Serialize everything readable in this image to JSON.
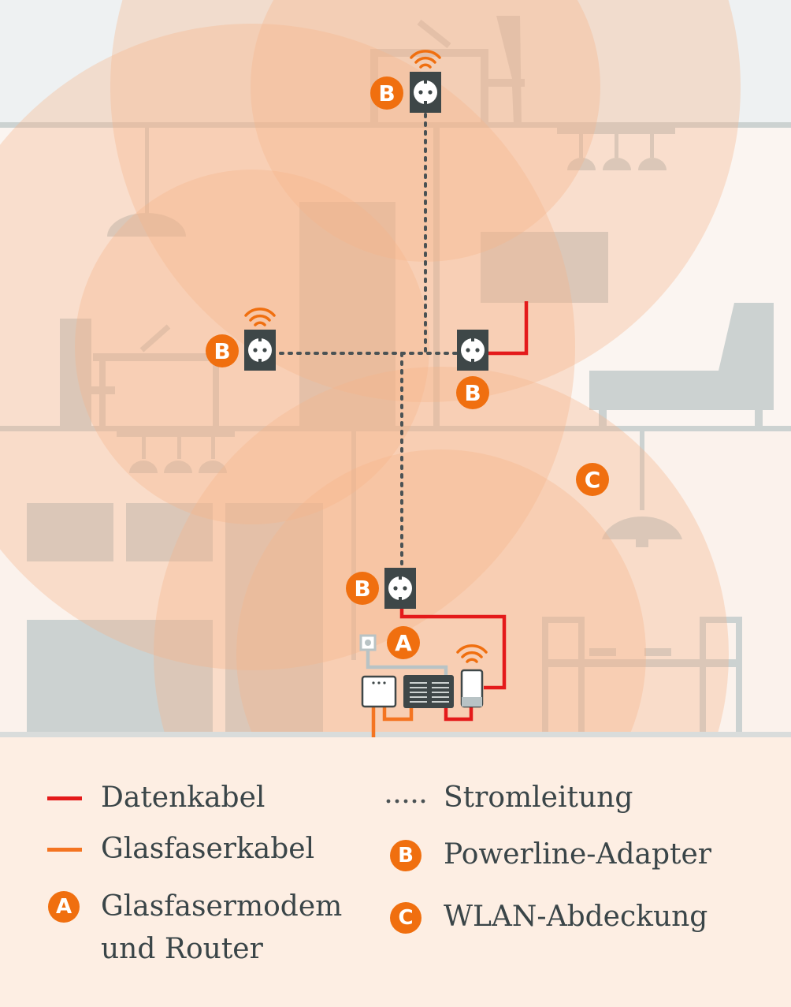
{
  "colors": {
    "datenkabel": "#e41a1a",
    "glasfaserkabel": "#f47421",
    "stromleitung": "#4a5254",
    "badge": "#f06f0f",
    "coverage": "#f7b48a",
    "furniture": "#ccd2d1",
    "socket": "#3e4748"
  },
  "diagram": {
    "badges": {
      "a": "A",
      "b": "B",
      "c": "C"
    },
    "icons": [
      "wifi-icon",
      "power-socket-icon",
      "fiber-modem-icon",
      "router-icon",
      "phone-icon",
      "wall-outlet-icon"
    ]
  },
  "legend": {
    "datenkabel": "Datenkabel",
    "glasfaserkabel": "Glasfaserkabel",
    "modem_badge": "A",
    "modem_line1": "Glasfasermodem",
    "modem_line2": "und Router",
    "stromleitung": "Stromleitung",
    "powerline_badge": "B",
    "powerline": "Powerline-Adapter",
    "wlan_badge": "C",
    "wlan": "WLAN-Abdeckung"
  }
}
